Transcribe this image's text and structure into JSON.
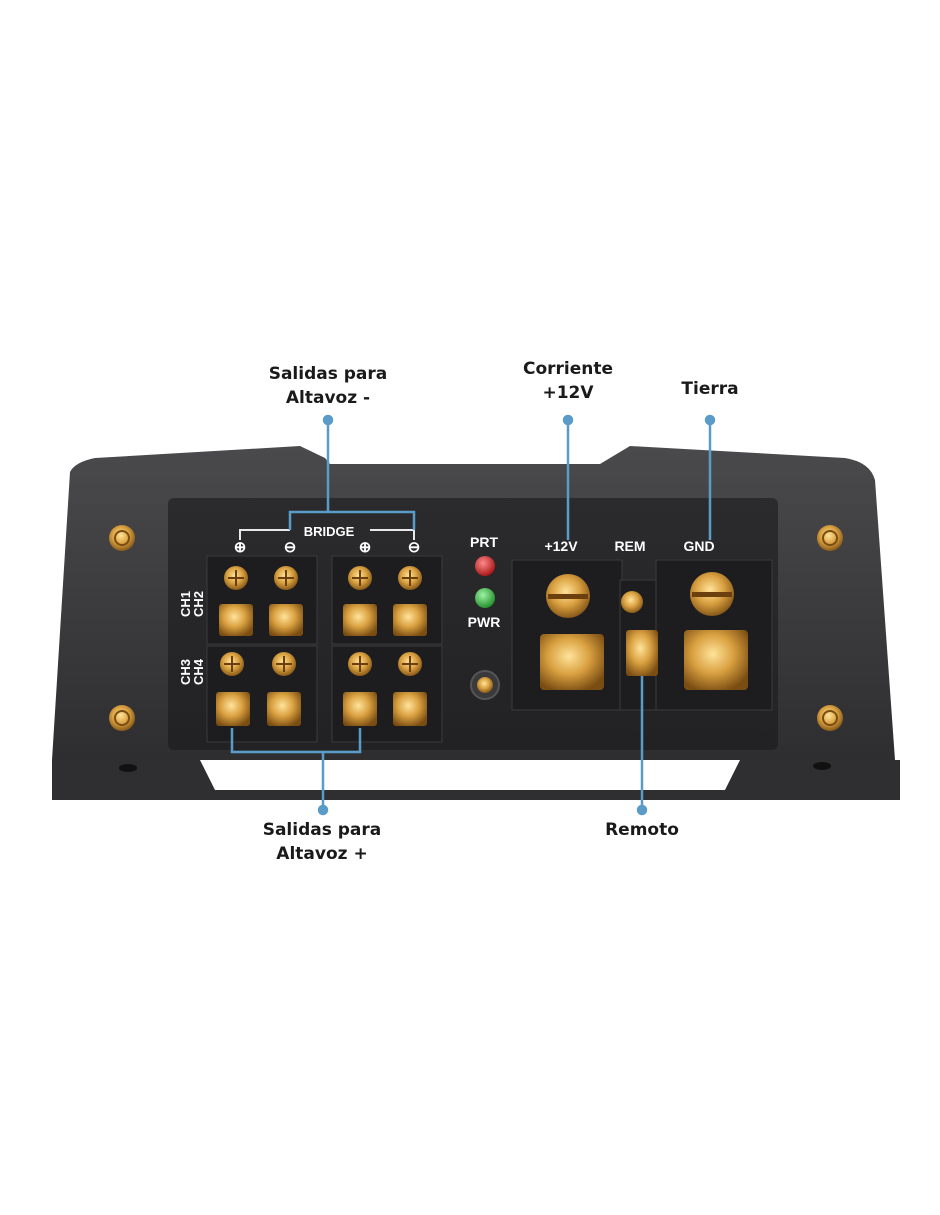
{
  "callouts": {
    "speaker_neg": {
      "line1": "Salidas para",
      "line2": "Altavoz -"
    },
    "power": {
      "line1": "Corriente",
      "line2": "+12V"
    },
    "ground": {
      "line1": "Tierra"
    },
    "speaker_pos": {
      "line1": "Salidas para",
      "line2": "Altavoz +"
    },
    "remote": {
      "line1": "Remoto"
    }
  },
  "panel": {
    "bridge_label": "BRIDGE",
    "plus_symbol": "⊕",
    "minus_symbol": "⊖",
    "ch1": "CH1",
    "ch2": "CH2",
    "ch3": "CH3",
    "ch4": "CH4",
    "prt_label": "PRT",
    "pwr_label": "PWR",
    "v12_label": "+12V",
    "rem_label": "REM",
    "gnd_label": "GND"
  },
  "colors": {
    "leader_line": "#5a9bc9",
    "chassis": "#3b3b3d",
    "gold": "#d9a040",
    "led_prt": "#d81e1e",
    "led_pwr": "#2fb83a"
  }
}
